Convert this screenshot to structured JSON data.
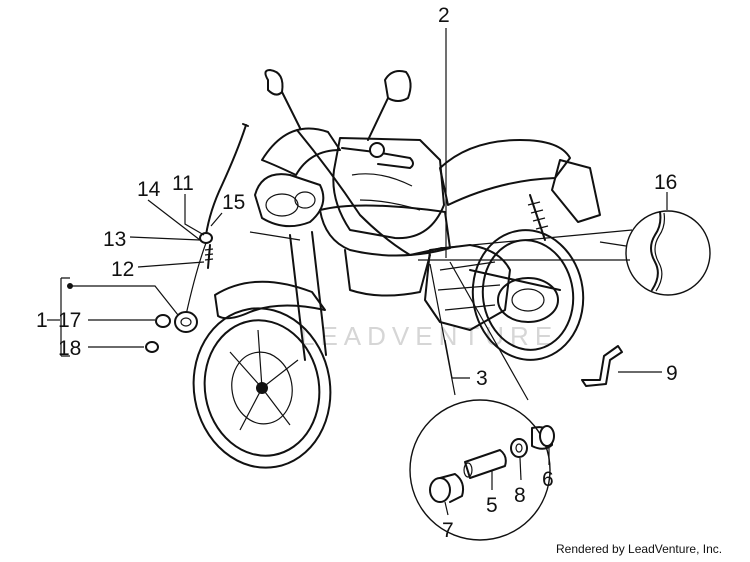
{
  "callouts": {
    "n1": "1",
    "n2": "2",
    "n3": "3",
    "n5": "5",
    "n6": "6",
    "n7": "7",
    "n8": "8",
    "n9": "9",
    "n11": "11",
    "n12": "12",
    "n13": "13",
    "n14": "14",
    "n15": "15",
    "n16": "16",
    "n17": "17",
    "n18": "18"
  },
  "watermark": "LEADVENTURE",
  "credit": "Rendered by LeadVenture, Inc."
}
